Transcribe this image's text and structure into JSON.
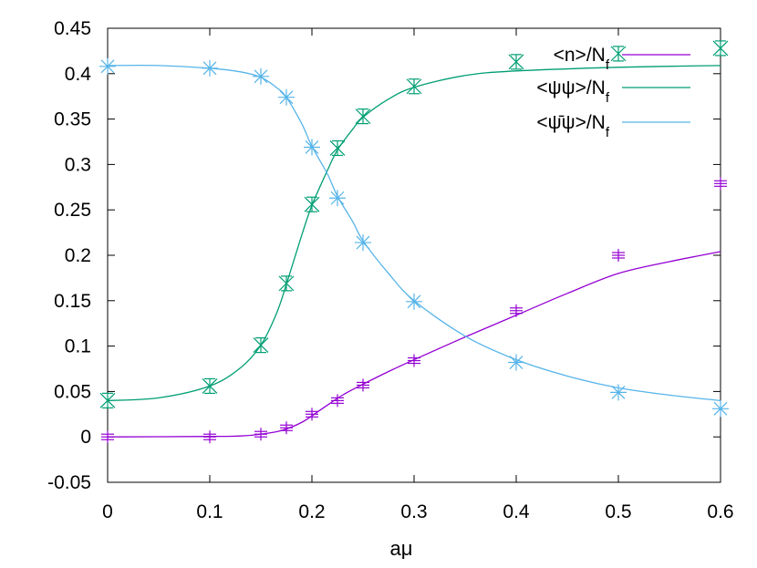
{
  "chart_data": {
    "type": "scatter",
    "title": "",
    "xlabel": "aμ",
    "ylabel": "",
    "xlim": [
      0,
      0.6
    ],
    "ylim": [
      -0.05,
      0.45
    ],
    "grid": false,
    "legend_position": "top-right",
    "x_ticks": [
      "0",
      "0.1",
      "0.2",
      "0.3",
      "0.4",
      "0.5",
      "0.6"
    ],
    "y_ticks": [
      "-0.05",
      "0",
      "0.05",
      "0.1",
      "0.15",
      "0.2",
      "0.25",
      "0.3",
      "0.35",
      "0.4",
      "0.45"
    ],
    "series": [
      {
        "name": "<n>/N",
        "name_sub": "f",
        "color": "#9400d3",
        "marker": "plus",
        "points": [
          [
            0,
            0.0
          ],
          [
            0.1,
            0.0
          ],
          [
            0.15,
            0.003
          ],
          [
            0.175,
            0.01
          ],
          [
            0.2,
            0.025
          ],
          [
            0.225,
            0.04
          ],
          [
            0.25,
            0.057
          ],
          [
            0.3,
            0.084
          ],
          [
            0.4,
            0.139
          ],
          [
            0.5,
            0.2
          ],
          [
            0.6,
            0.279
          ]
        ],
        "fit": [
          [
            0,
            0.0
          ],
          [
            0.1,
            0.0005
          ],
          [
            0.13,
            0.001
          ],
          [
            0.15,
            0.003
          ],
          [
            0.17,
            0.007
          ],
          [
            0.19,
            0.016
          ],
          [
            0.21,
            0.031
          ],
          [
            0.23,
            0.046
          ],
          [
            0.25,
            0.058
          ],
          [
            0.275,
            0.072
          ],
          [
            0.3,
            0.085
          ],
          [
            0.35,
            0.11
          ],
          [
            0.4,
            0.134
          ],
          [
            0.45,
            0.158
          ],
          [
            0.5,
            0.18
          ],
          [
            0.55,
            0.193
          ],
          [
            0.6,
            0.204
          ]
        ]
      },
      {
        "name": "<ψψ>/N",
        "name_sub": "f",
        "color": "#009e73",
        "marker": "x",
        "points": [
          [
            0,
            0.04
          ],
          [
            0.1,
            0.056
          ],
          [
            0.15,
            0.101
          ],
          [
            0.175,
            0.169
          ],
          [
            0.2,
            0.256
          ],
          [
            0.225,
            0.318
          ],
          [
            0.25,
            0.353
          ],
          [
            0.3,
            0.386
          ],
          [
            0.4,
            0.413
          ],
          [
            0.5,
            0.422
          ],
          [
            0.6,
            0.428
          ]
        ],
        "fit": [
          [
            0,
            0.04
          ],
          [
            0.05,
            0.043
          ],
          [
            0.1,
            0.056
          ],
          [
            0.13,
            0.076
          ],
          [
            0.15,
            0.101
          ],
          [
            0.165,
            0.135
          ],
          [
            0.175,
            0.168
          ],
          [
            0.19,
            0.222
          ],
          [
            0.2,
            0.255
          ],
          [
            0.215,
            0.293
          ],
          [
            0.225,
            0.316
          ],
          [
            0.24,
            0.339
          ],
          [
            0.25,
            0.352
          ],
          [
            0.275,
            0.372
          ],
          [
            0.3,
            0.385
          ],
          [
            0.35,
            0.398
          ],
          [
            0.4,
            0.403
          ],
          [
            0.5,
            0.407
          ],
          [
            0.6,
            0.409
          ]
        ]
      },
      {
        "name": "<ψ̄ψ>/N",
        "name_sub": "f",
        "color": "#56b4e9",
        "marker": "star",
        "points": [
          [
            0,
            0.408
          ],
          [
            0.1,
            0.406
          ],
          [
            0.15,
            0.397
          ],
          [
            0.175,
            0.374
          ],
          [
            0.2,
            0.319
          ],
          [
            0.225,
            0.263
          ],
          [
            0.25,
            0.214
          ],
          [
            0.3,
            0.149
          ],
          [
            0.4,
            0.082
          ],
          [
            0.5,
            0.049
          ],
          [
            0.6,
            0.031
          ]
        ],
        "fit": [
          [
            0,
            0.409
          ],
          [
            0.05,
            0.409
          ],
          [
            0.1,
            0.406
          ],
          [
            0.13,
            0.402
          ],
          [
            0.15,
            0.396
          ],
          [
            0.165,
            0.385
          ],
          [
            0.175,
            0.374
          ],
          [
            0.19,
            0.345
          ],
          [
            0.2,
            0.32
          ],
          [
            0.215,
            0.29
          ],
          [
            0.225,
            0.265
          ],
          [
            0.24,
            0.237
          ],
          [
            0.25,
            0.216
          ],
          [
            0.275,
            0.18
          ],
          [
            0.3,
            0.15
          ],
          [
            0.35,
            0.111
          ],
          [
            0.4,
            0.085
          ],
          [
            0.45,
            0.067
          ],
          [
            0.5,
            0.054
          ],
          [
            0.55,
            0.046
          ],
          [
            0.6,
            0.04
          ]
        ]
      }
    ]
  }
}
